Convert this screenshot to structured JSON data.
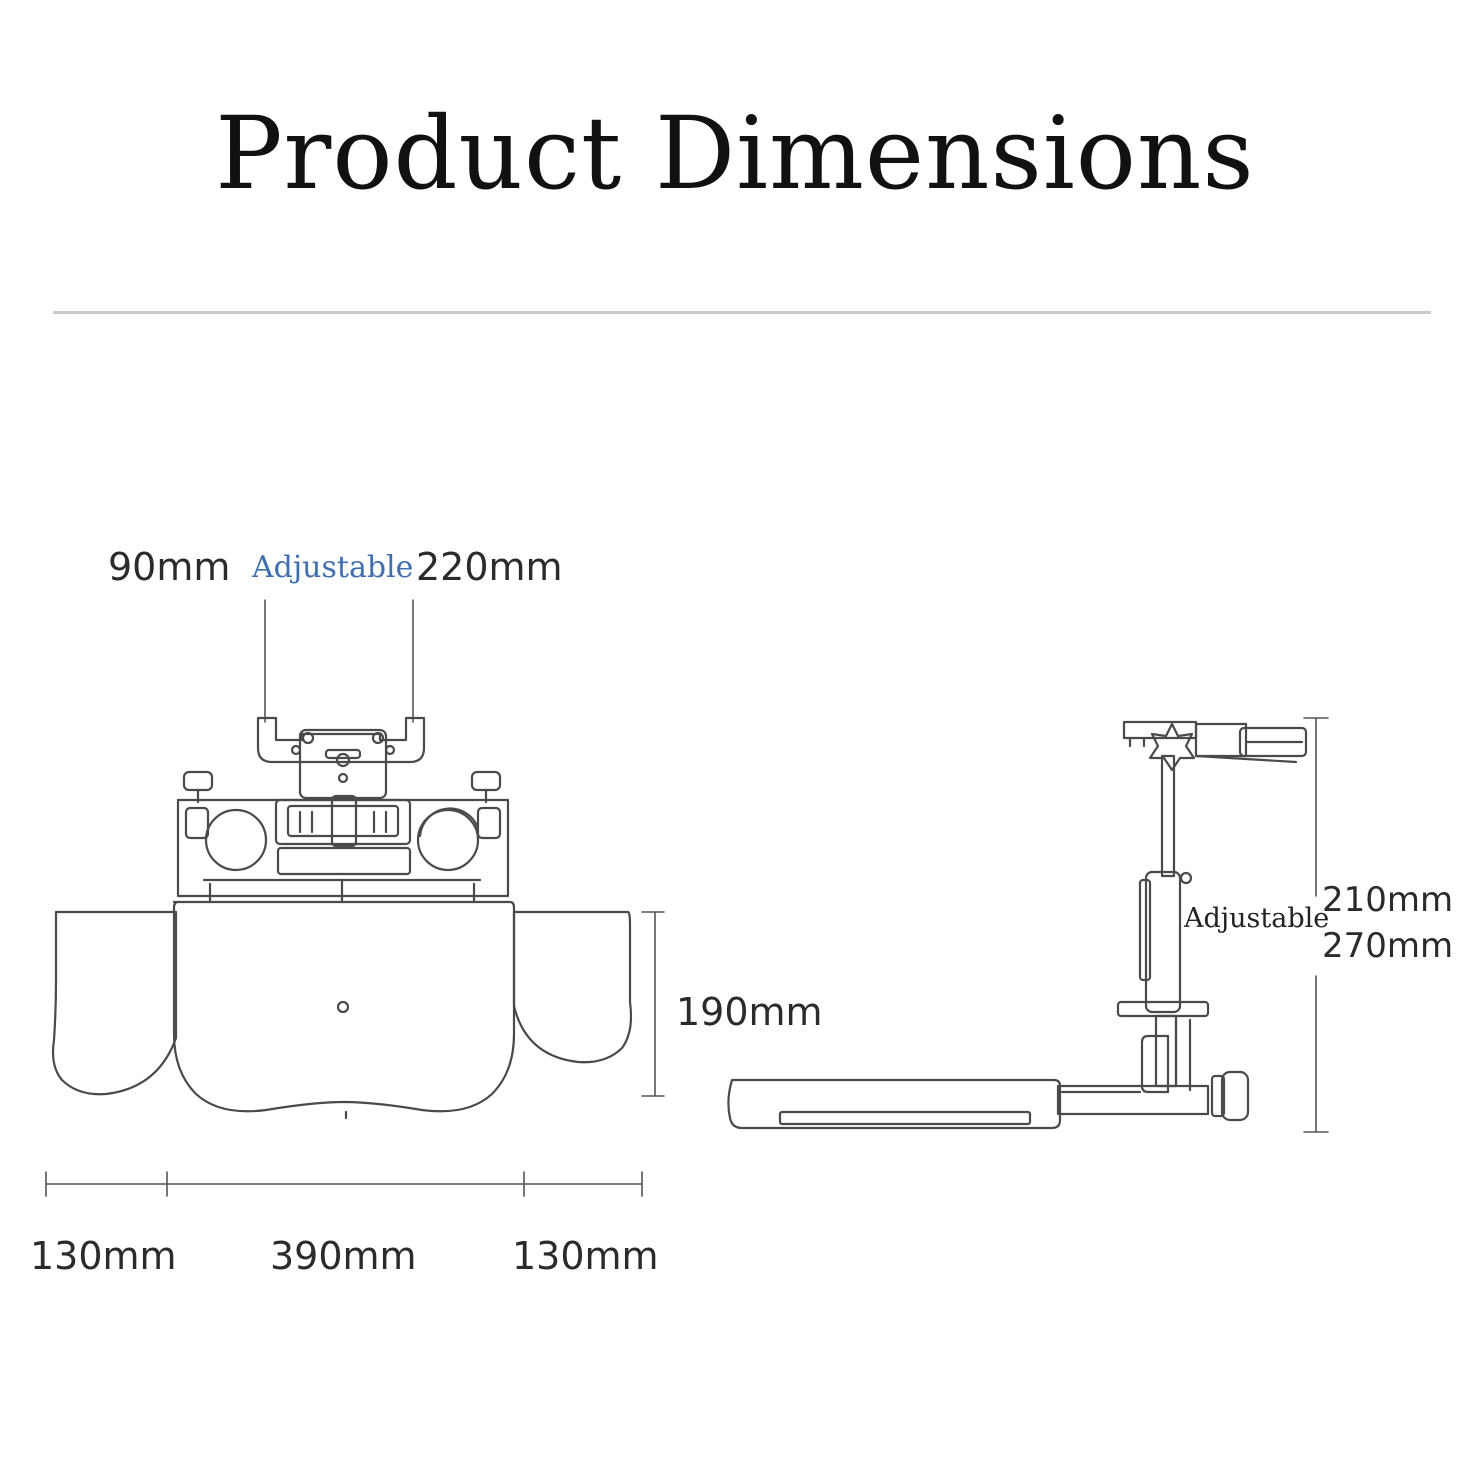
{
  "title": "Product Dimensions",
  "colors": {
    "line": "#4a4a4a",
    "dimline": "#555555",
    "accent": "#3f6fb0",
    "rule": "#c9c9c9"
  },
  "front_view": {
    "mount_width_min": "90mm",
    "mount_width_label": "Adjustable",
    "mount_width_max": "220mm",
    "height": "190mm",
    "left_wing": "130mm",
    "center": "390mm",
    "right_wing": "130mm"
  },
  "side_view": {
    "height_label": "Adjustable",
    "height_min": "210mm",
    "height_max": "270mm"
  }
}
